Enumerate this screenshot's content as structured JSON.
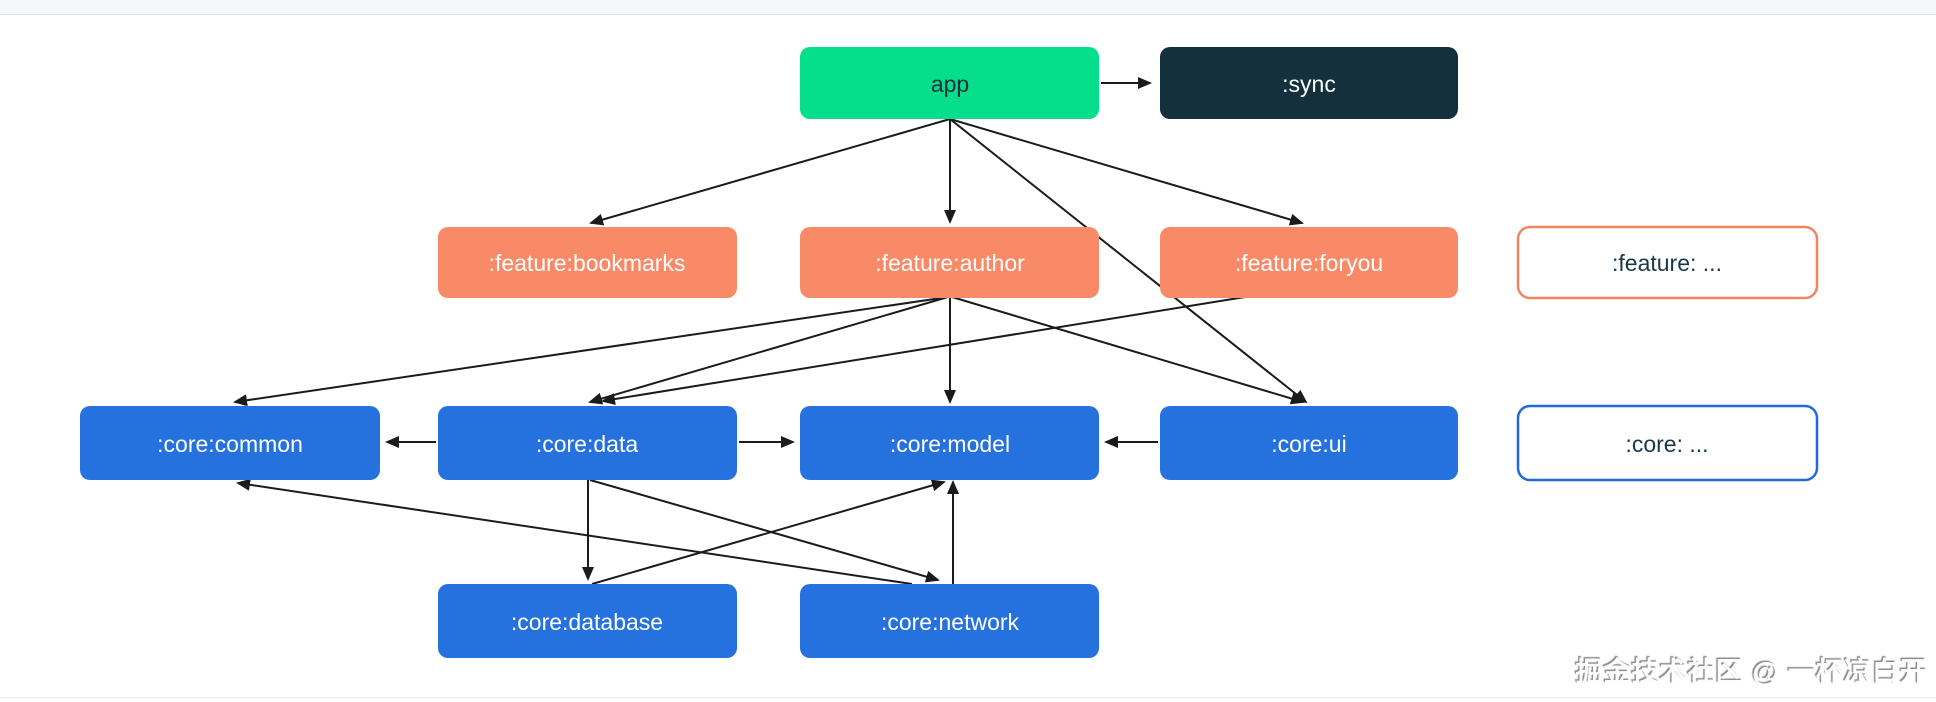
{
  "watermark": "掘金技术社区 @ 一杯凉白开",
  "nodes": {
    "app": {
      "label": "app"
    },
    "sync": {
      "label": ":sync"
    },
    "feature_bookmarks": {
      "label": ":feature:bookmarks"
    },
    "feature_author": {
      "label": ":feature:author"
    },
    "feature_foryou": {
      "label": ":feature:foryou"
    },
    "feature_etc": {
      "label": ":feature: ..."
    },
    "core_common": {
      "label": ":core:common"
    },
    "core_data": {
      "label": ":core:data"
    },
    "core_model": {
      "label": ":core:model"
    },
    "core_ui": {
      "label": ":core:ui"
    },
    "core_etc": {
      "label": ":core: ..."
    },
    "core_database": {
      "label": ":core:database"
    },
    "core_network": {
      "label": ":core:network"
    }
  },
  "edges": [
    {
      "from": "app",
      "to": ":sync"
    },
    {
      "from": "app",
      "to": ":feature:bookmarks"
    },
    {
      "from": "app",
      "to": ":feature:author"
    },
    {
      "from": "app",
      "to": ":feature:foryou"
    },
    {
      "from": "app",
      "to": ":core:ui"
    },
    {
      "from": ":feature:author",
      "to": ":core:common"
    },
    {
      "from": ":feature:author",
      "to": ":core:data"
    },
    {
      "from": ":feature:author",
      "to": ":core:model"
    },
    {
      "from": ":feature:author",
      "to": ":core:ui"
    },
    {
      "from": ":feature:foryou",
      "to": ":core:data"
    },
    {
      "from": ":core:data",
      "to": ":core:common"
    },
    {
      "from": ":core:data",
      "to": ":core:model"
    },
    {
      "from": ":core:ui",
      "to": ":core:model"
    },
    {
      "from": ":core:data",
      "to": ":core:database"
    },
    {
      "from": ":core:data",
      "to": ":core:network"
    },
    {
      "from": ":core:database",
      "to": ":core:model"
    },
    {
      "from": ":core:network",
      "to": ":core:model"
    },
    {
      "from": ":core:network",
      "to": ":core:common"
    }
  ],
  "colors": {
    "app": "#05de8b",
    "sync": "#14303c",
    "feature": "#f98a68",
    "core": "#2572df",
    "outline_feature_border": "#ef8661",
    "outline_core_border": "#2268dd",
    "outline_text": "#17384a",
    "edge": "#1b1b1b"
  }
}
